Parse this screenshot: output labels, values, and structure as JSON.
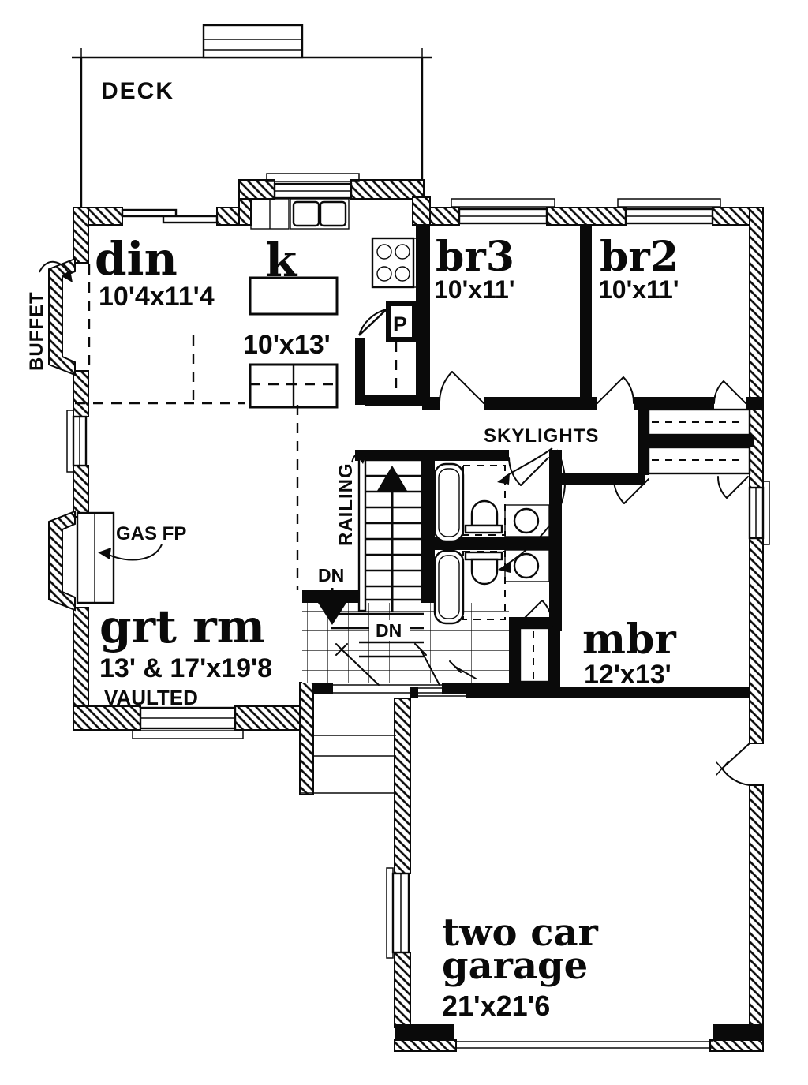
{
  "rooms": {
    "deck": {
      "label": "DECK"
    },
    "dining": {
      "label": "din",
      "dims": "10'4x11'4"
    },
    "kitchen": {
      "label": "k",
      "dims": "10'x13'"
    },
    "bedroom3": {
      "label": "br3",
      "dims": "10'x11'"
    },
    "bedroom2": {
      "label": "br2",
      "dims": "10'x11'"
    },
    "great_room": {
      "label": "grt rm",
      "dims": "13' & 17'x19'8",
      "note": "VAULTED"
    },
    "master_bedroom": {
      "label": "mbr",
      "dims": "12'x13'"
    },
    "garage": {
      "label_line1": "two car",
      "label_line2": "garage",
      "dims": "21'x21'6"
    }
  },
  "annotations": {
    "buffet": "BUFFET",
    "gas_fireplace": "GAS FP",
    "railing": "RAILING",
    "skylights": "SKYLIGHTS",
    "down_stairs": "DN",
    "down_entry": "DN",
    "pantry": "P"
  },
  "colors": {
    "ink": "#0a0a0a",
    "paper": "#ffffff"
  }
}
